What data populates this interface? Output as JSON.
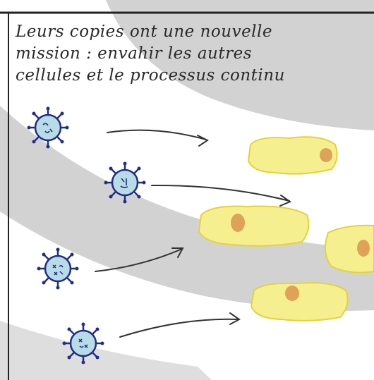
{
  "caption": {
    "line1": "Leurs copies ont une nouvelle",
    "line2": "mission : envahir les autres",
    "line3": "cellules et le processus continu"
  },
  "colors": {
    "virus_fill": "#b9dbe6",
    "virus_outline": "#1f2f86",
    "cell_fill": "#f6ef8f",
    "cell_outline": "#e3d33a",
    "nucleus": "#d98f4b",
    "band": "#cfcfcf",
    "ink": "#2a2a2a"
  },
  "icons": [
    "virus-icon",
    "arrow-icon",
    "host-cell-icon"
  ]
}
